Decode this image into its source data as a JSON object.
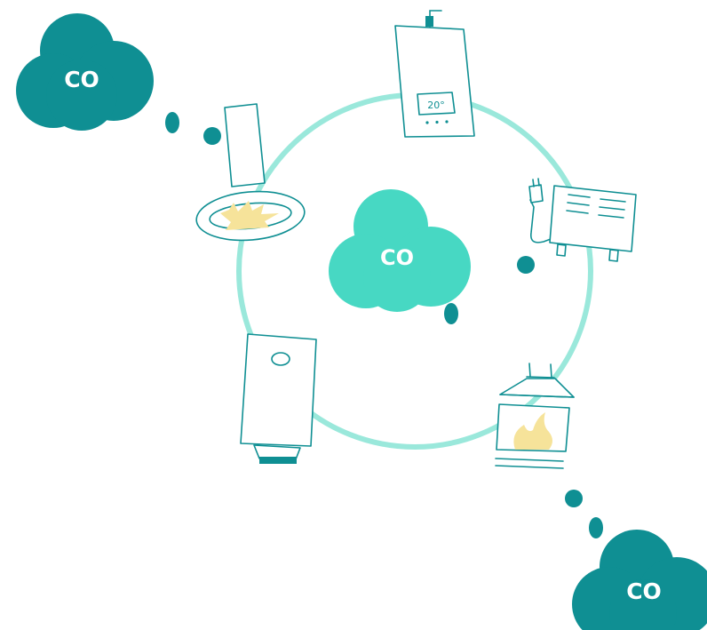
{
  "colors": {
    "dark_teal": "#0f8f93",
    "light_teal": "#47d8c3",
    "ring": "#8fe6d7",
    "flame": "#f6e39a"
  },
  "clouds": {
    "top_left": {
      "label": "CO"
    },
    "center": {
      "label": "CO"
    },
    "bottom_right": {
      "label": "CO"
    }
  },
  "appliances": {
    "wall_boiler": {
      "icon": "wall-boiler-icon",
      "display_value": "20°"
    },
    "fireplace_stove": {
      "icon": "hanging-fireplace-icon"
    },
    "electric_heater": {
      "icon": "electric-heater-icon"
    },
    "water_heater": {
      "icon": "water-heater-icon"
    },
    "hooded_fireplace": {
      "icon": "hooded-fireplace-icon"
    }
  }
}
